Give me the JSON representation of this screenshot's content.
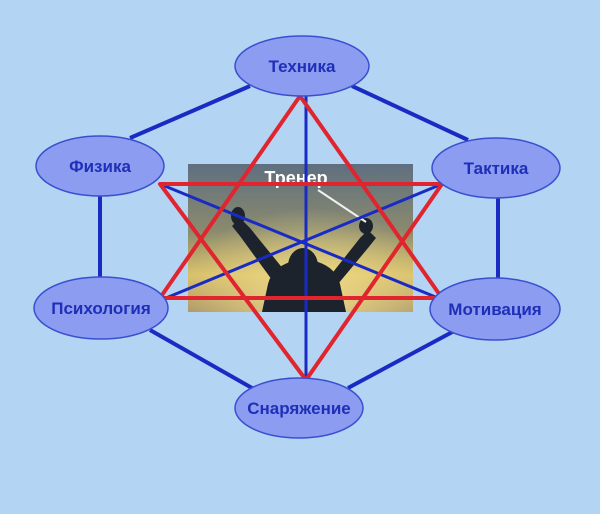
{
  "center": {
    "label": "Тренер"
  },
  "nodes": [
    {
      "id": "tekhnika",
      "label": "Техника"
    },
    {
      "id": "taktika",
      "label": "Тактика"
    },
    {
      "id": "motivatsiya",
      "label": "Мотивация"
    },
    {
      "id": "snaryazhenie",
      "label": "Снаряжение"
    },
    {
      "id": "psikhologiya",
      "label": "Психология"
    },
    {
      "id": "fizika",
      "label": "Физика"
    }
  ],
  "colors": {
    "background": "#b3d4f2",
    "node_fill": "#8c9cf0",
    "node_stroke": "#3a4fd0",
    "node_text": "#1f2fb8",
    "outline_lines": "#1a2bc4",
    "star_lines": "#e0252f",
    "center_text": "#ffffff"
  }
}
